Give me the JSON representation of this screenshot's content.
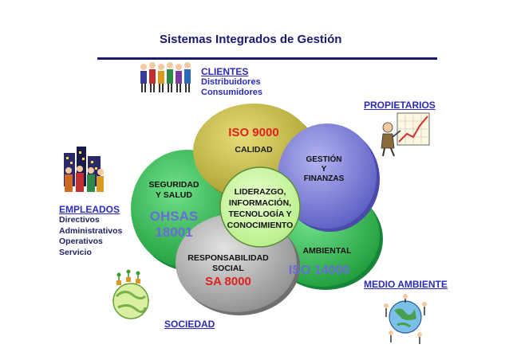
{
  "title": "Sistemas Integrados de Gestión",
  "stakeholders": {
    "clientes": {
      "label": "CLIENTES",
      "items": [
        "Distribuidores",
        "Consumidores"
      ]
    },
    "propietarios": {
      "label": "PROPIETARIOS"
    },
    "empleados": {
      "label": "EMPLEADOS",
      "items": [
        "Directivos",
        "Administrativos",
        "Operativos",
        "Servicio"
      ]
    },
    "medio_ambiente": {
      "label": "MEDIO AMBIENTE"
    },
    "sociedad": {
      "label": "SOCIEDAD"
    }
  },
  "petals": {
    "calidad": {
      "standard": "ISO 9000",
      "label": "CALIDAD",
      "color": "#c8bd4a"
    },
    "gestion": {
      "lines": [
        "GESTIÓN",
        "Y",
        "FINANZAS"
      ],
      "color": "#7f7fd6"
    },
    "ambiental": {
      "label": "AMBIENTAL",
      "standard": "ISO 14000",
      "color": "#2bb64a"
    },
    "social": {
      "lines": [
        "RESPONSABILIDAD",
        "SOCIAL"
      ],
      "standard": "SA 8000",
      "color": "#a9a9a9"
    },
    "seguridad": {
      "lines": [
        "SEGURIDAD",
        "Y SALUD"
      ],
      "standard_lines": [
        "OHSAS",
        "18001"
      ],
      "color": "#2eb44a"
    }
  },
  "center": {
    "lines": [
      "LIDERAZGO,",
      "INFORMACIÓN,",
      "TECNOLOGÍA Y",
      "CONOCIMIENTO"
    ],
    "color": "#c9f5a0"
  }
}
